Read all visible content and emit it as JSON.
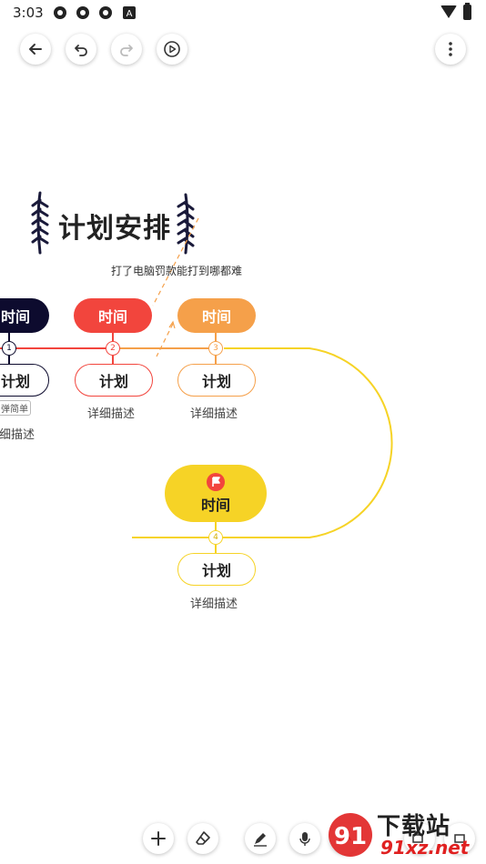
{
  "status_bar": {
    "time": "3:03",
    "notification_icons": [
      "app-icon",
      "app-icon",
      "app-icon",
      "a-icon"
    ],
    "right_icons": [
      "wifi-icon",
      "battery-charging-icon"
    ]
  },
  "toolbar": {
    "icons": [
      "back-arrow-icon",
      "undo-icon",
      "redo-icon",
      "play-icon",
      "more-vertical-icon"
    ]
  },
  "mindmap": {
    "title": "计划安排",
    "note": "打了电脑罚款能打到哪都难",
    "nodes": [
      {
        "num": "1",
        "time": "时间",
        "plan": "计划",
        "desc": "详细描述",
        "tag": "弹简单",
        "color": "#0d0b2e"
      },
      {
        "num": "2",
        "time": "时间",
        "plan": "计划",
        "desc": "详细描述",
        "color": "#f2453d"
      },
      {
        "num": "3",
        "time": "时间",
        "plan": "计划",
        "desc": "详细描述",
        "color": "#f5a04a"
      },
      {
        "num": "4",
        "time": "时间",
        "plan": "计划",
        "desc": "详细描述",
        "color": "#f6d326"
      }
    ],
    "flag_icon": "flag-icon"
  },
  "bottom_toolbar": {
    "icons": [
      "plus-icon",
      "eraser-icon",
      "pen-icon",
      "microphone-icon",
      "lasso-icon",
      "shape-icon",
      "shape-icon"
    ]
  },
  "watermark": {
    "text": "下载站",
    "url": "91xz.net"
  }
}
